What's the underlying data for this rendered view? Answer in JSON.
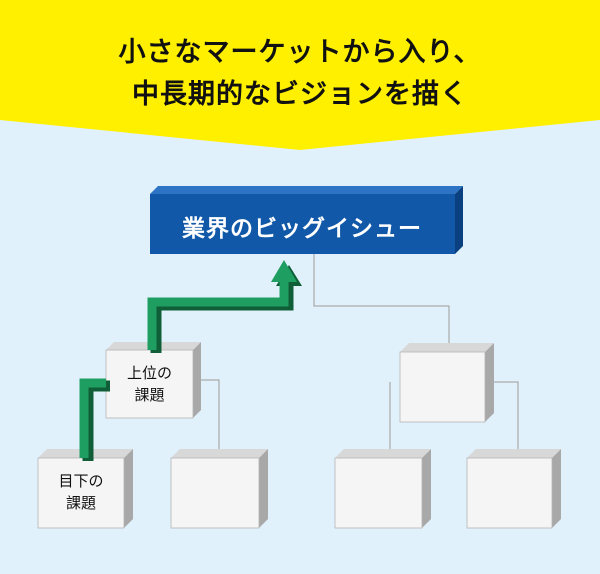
{
  "headline": {
    "line1": "小さなマーケットから入り、",
    "line2": "中長期的なビジョンを描く"
  },
  "top_issue": {
    "label": "業界のビッグイシュー"
  },
  "upper_issue": {
    "line1": "上位の",
    "line2": "課題"
  },
  "immediate_issue": {
    "line1": "目下の",
    "line2": "課題"
  },
  "colors": {
    "background": "#e1f1fb",
    "banner": "#fff000",
    "top_box": "#1158a8",
    "arrow": "#1f9e62",
    "box_face": "#f5f5f5",
    "box_side": "#a8a8a8"
  }
}
